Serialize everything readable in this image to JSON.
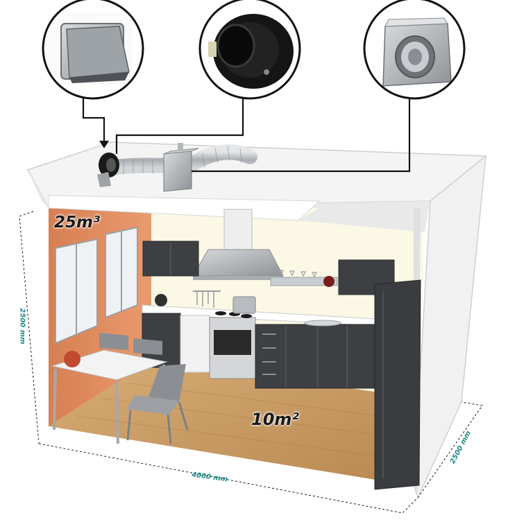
{
  "labels": {
    "volume": "25m³",
    "floor_area": "10m²"
  },
  "dimensions": {
    "height": "2500 mm",
    "width": "4000 mm",
    "depth": "2500 mm"
  },
  "colors": {
    "accent_wall": "#e08a5c",
    "cabinets": "#3d3f42",
    "floor": "#c99a62",
    "duct": "#b9bcc0",
    "dimension_text": "#1f8a86",
    "connector_lines": "#111111"
  },
  "callouts": [
    {
      "icon": "external-hood-icon"
    },
    {
      "icon": "duct-fan-icon"
    },
    {
      "icon": "silencer-box-icon"
    }
  ]
}
